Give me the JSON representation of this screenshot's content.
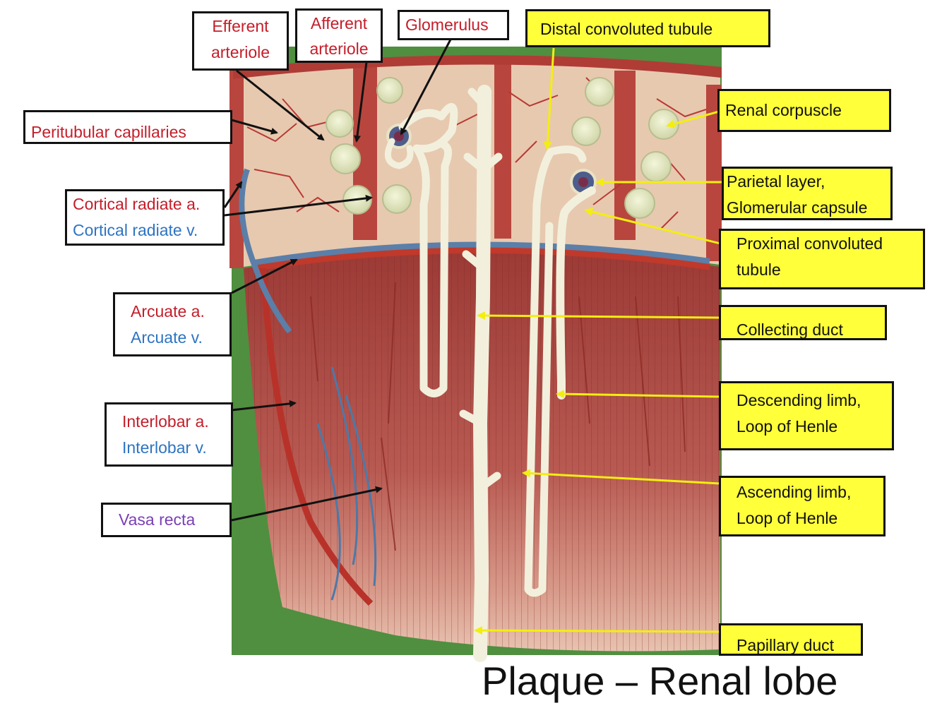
{
  "title": "Plaque – Renal lobe",
  "labels": {
    "efferent_arteriole": [
      "Efferent",
      "arteriole"
    ],
    "afferent_arteriole": [
      "Afferent",
      "arteriole"
    ],
    "glomerulus": "Glomerulus",
    "distal_convoluted_tubule": "Distal convoluted tubule",
    "peritubular_capillaries": "Peritubular capillaries",
    "cortical_radiate_a": "Cortical radiate a.",
    "cortical_radiate_v": "Cortical radiate v.",
    "arcuate_a": "Arcuate a.",
    "arcuate_v": "Arcuate v.",
    "interlobar_a": "Interlobar a.",
    "interlobar_v": "Interlobar v.",
    "vasa_recta": "Vasa recta",
    "renal_corpuscle": "Renal corpuscle",
    "parietal_layer": [
      "Parietal layer,",
      "Glomerular capsule"
    ],
    "proximal_convoluted_tubule": [
      "Proximal convoluted",
      "tubule"
    ],
    "collecting_duct": "Collecting duct",
    "descending_limb": [
      "Descending limb,",
      "Loop of Henle"
    ],
    "ascending_limb": [
      "Ascending limb,",
      "Loop of Henle"
    ],
    "papillary_duct": "Papillary duct"
  },
  "colors": {
    "artery_label": "#c41e2a",
    "vein_label": "#2e74c2",
    "vasa_recta_label": "#7a3fb5",
    "highlight_box": "#ffff3a",
    "pointer_yellow": "#f3ee10",
    "pointer_black": "#111111"
  }
}
